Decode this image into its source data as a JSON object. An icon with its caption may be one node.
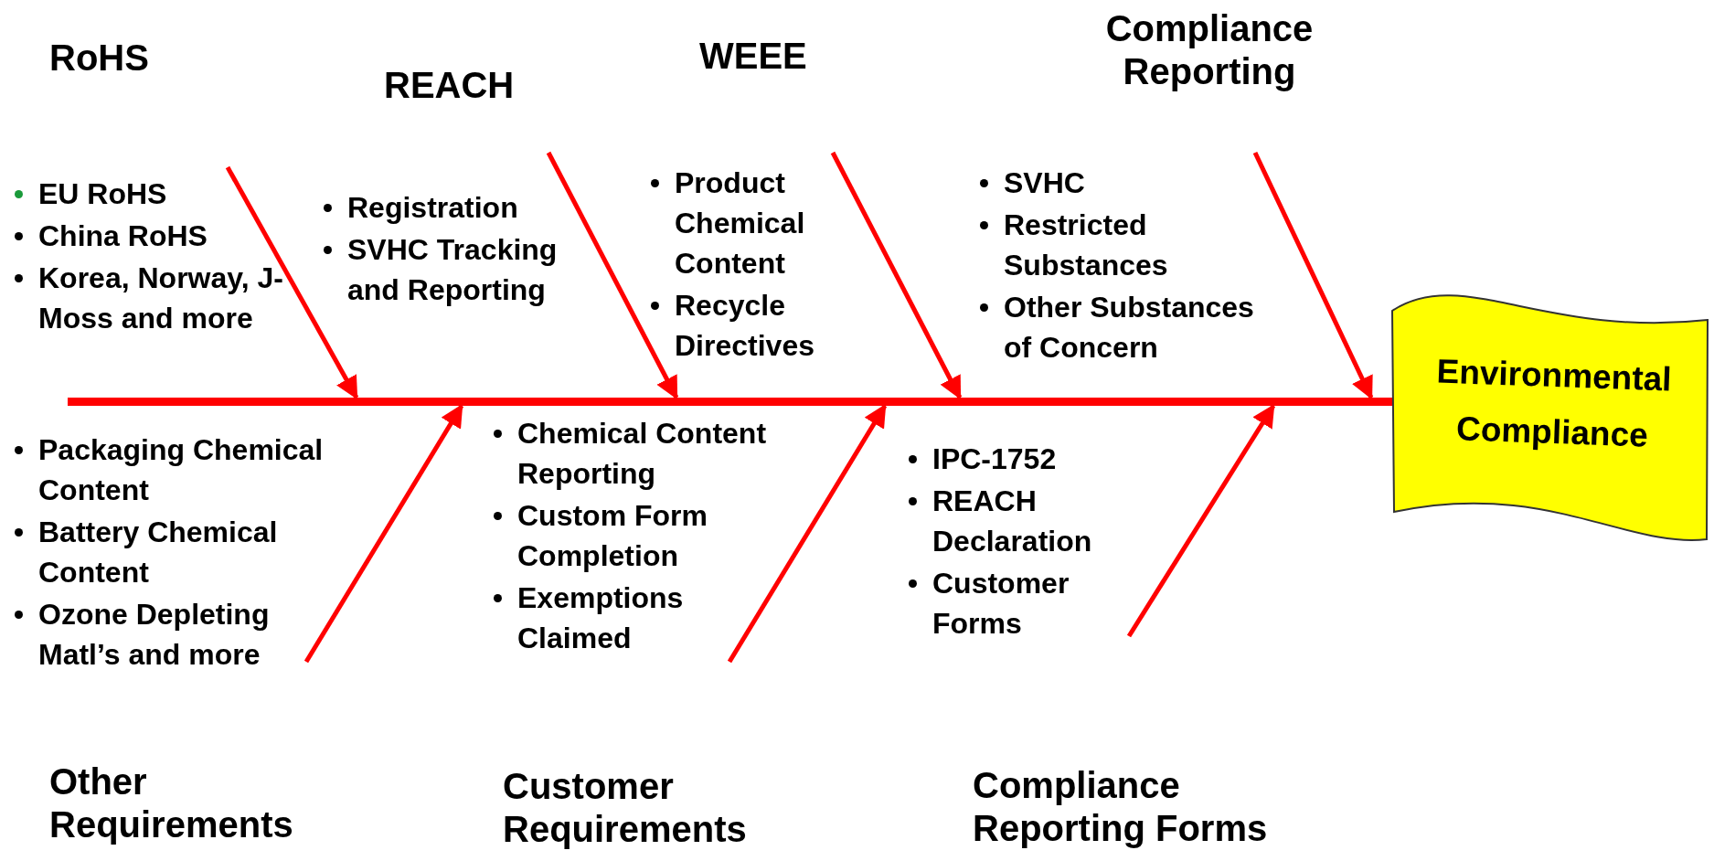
{
  "diagram": {
    "nodes": [
      {
        "text": [
          "RoHS",
          "EU RoHS",
          "China RoHS",
          "Korea, Norway, J-Moss and more"
        ]
      },
      {
        "text": [
          "REACH",
          "Registration",
          "SVHC Tracking and Reporting"
        ]
      },
      {
        "text": [
          "WEEE",
          "Product Chemical Content",
          "Recycle Directives"
        ]
      },
      {
        "text": [
          "Compliance Reporting",
          "SVHC",
          "Restricted Substances",
          "Other Substances of Concern"
        ]
      },
      {
        "text": [
          "Packaging Chemical Content",
          "Battery Chemical Content",
          "Ozone Depleting Matl’s and more",
          "Other Requirements"
        ]
      },
      {
        "text": [
          "Chemical Content Reporting",
          "Custom Form Completion",
          "Exemptions Claimed",
          "Customer Requirements"
        ]
      },
      {
        "text": [
          "IPC-1752",
          "REACH Declaration",
          "Customer Forms",
          "Compliance Reporting Forms"
        ]
      },
      {
        "text": [],
        "shape": "bar"
      },
      {
        "text": [
          "Environmental Compliance"
        ]
      }
    ],
    "edges": [
      {
        "from": 0,
        "to": 7,
        "arrow": "to"
      },
      {
        "from": 1,
        "to": 7,
        "arrow": "to"
      },
      {
        "from": 2,
        "to": 7,
        "arrow": "to"
      },
      {
        "from": 3,
        "to": 7,
        "arrow": "to"
      },
      {
        "from": 4,
        "to": 7,
        "arrow": "to"
      },
      {
        "from": 5,
        "to": 7,
        "arrow": "to"
      },
      {
        "from": 6,
        "to": 7,
        "arrow": "to"
      }
    ]
  }
}
